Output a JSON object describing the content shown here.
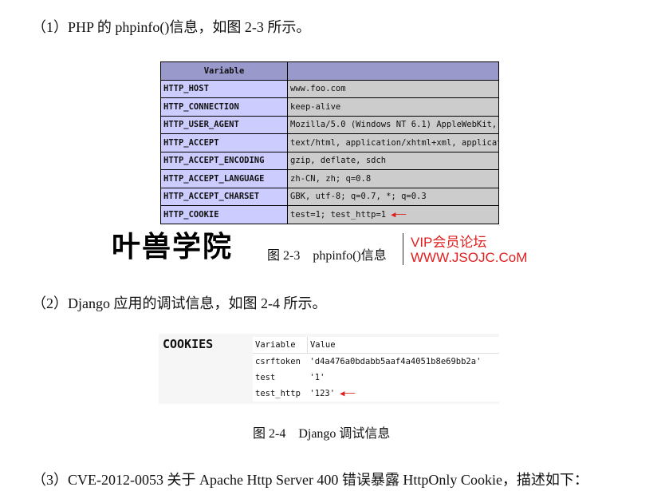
{
  "paragraphs": [
    "（1）PHP 的 phpinfo()信息，如图 2-3 所示。",
    "（2）Django 应用的调试信息，如图 2-4 所示。",
    "（3）CVE-2012-0053 关于 Apache Http Server 400 错误暴露 HttpOnly Cookie，描述如下："
  ],
  "phpinfo": {
    "header": [
      "Variable",
      ""
    ],
    "rows": [
      [
        "HTTP_HOST",
        "www.foo.com"
      ],
      [
        "HTTP_CONNECTION",
        "keep-alive"
      ],
      [
        "HTTP_USER_AGENT",
        "Mozilla/5.0 (Windows NT 6.1) AppleWebKit,"
      ],
      [
        "HTTP_ACCEPT",
        "text/html, application/xhtml+xml, applicat:"
      ],
      [
        "HTTP_ACCEPT_ENCODING",
        "gzip, deflate, sdch"
      ],
      [
        "HTTP_ACCEPT_LANGUAGE",
        "zh-CN, zh; q=0.8"
      ],
      [
        "HTTP_ACCEPT_CHARSET",
        "GBK, utf-8; q=0.7, *; q=0.3"
      ],
      [
        "HTTP_COOKIE",
        "test=1;  test_http=1"
      ]
    ],
    "arrow": "◀──"
  },
  "caption1": "图 2-3　phpinfo()信息",
  "django": {
    "title": "COOKIES",
    "header": [
      "Variable",
      "Value"
    ],
    "rows": [
      [
        "csrftoken",
        "'d4a476a0bdabb5aaf4a4051b8e69bb2a'"
      ],
      [
        "test",
        "'1'"
      ],
      [
        "test_http",
        "'123'"
      ]
    ],
    "arrow": "◀──"
  },
  "caption2": "图 2-4　Django 调试信息",
  "watermark": {
    "logo": "叶兽学院",
    "line1": "VIP会员论坛",
    "line2": "WWW.JSOJC.CoM"
  },
  "colors": {
    "arrow": "#e02020",
    "php_header": "#9999cc",
    "php_key": "#ccccff",
    "php_value": "#cccccc"
  }
}
